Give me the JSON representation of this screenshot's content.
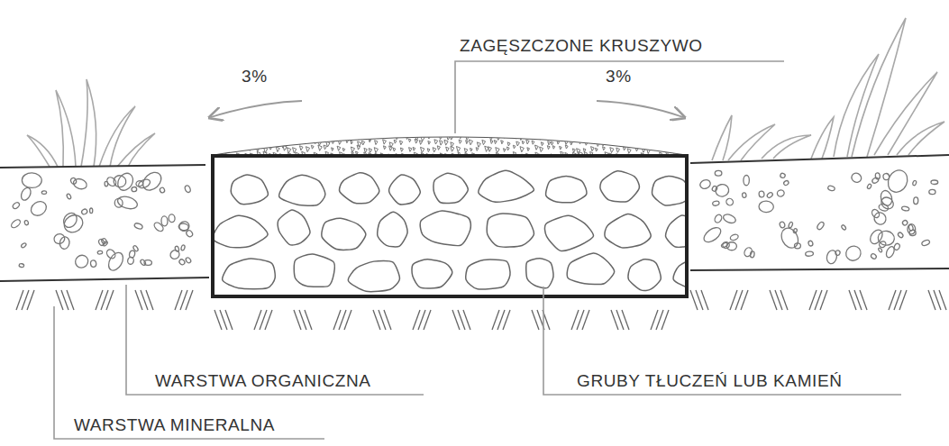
{
  "diagram": {
    "labels": [
      "ZAGĘSZCZONE KRUSZYWO",
      "3%",
      "3%",
      "WARSTWA ORGANICZNA",
      "GRUBY TŁUCZEŃ LUB KAMIEŃ",
      "WARSTWA MINERALNA"
    ]
  }
}
